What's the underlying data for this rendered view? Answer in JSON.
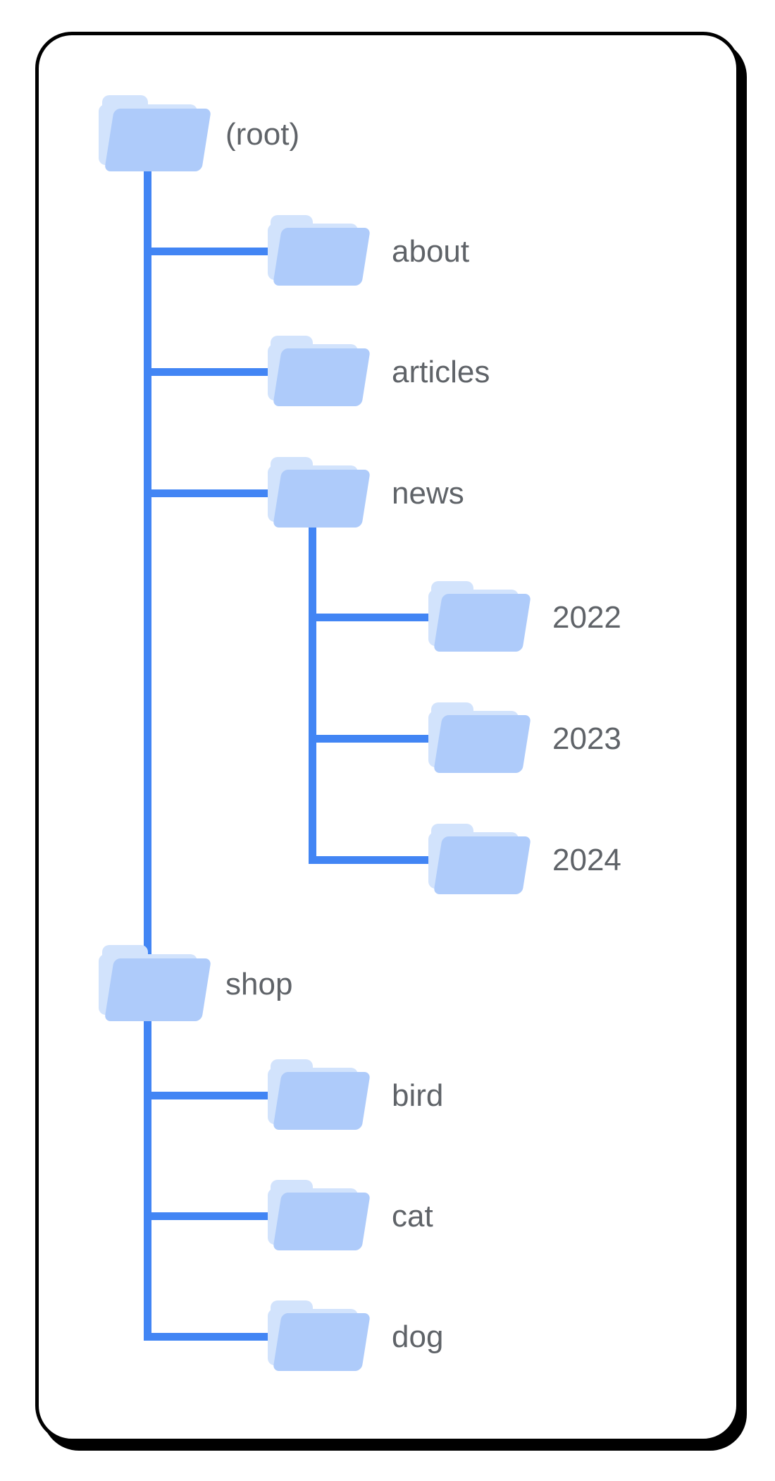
{
  "diagram": {
    "kind": "folder-hierarchy-tree",
    "tree": {
      "nodes": [
        {
          "label": "(root)",
          "depth": 0,
          "parent": null
        },
        {
          "label": "about",
          "depth": 1,
          "parent": "(root)"
        },
        {
          "label": "articles",
          "depth": 1,
          "parent": "(root)"
        },
        {
          "label": "news",
          "depth": 1,
          "parent": "(root)"
        },
        {
          "label": "2022",
          "depth": 2,
          "parent": "news"
        },
        {
          "label": "2023",
          "depth": 2,
          "parent": "news"
        },
        {
          "label": "2024",
          "depth": 2,
          "parent": "news"
        },
        {
          "label": "shop",
          "depth": 0,
          "parent": "(root)"
        },
        {
          "label": "bird",
          "depth": 1,
          "parent": "shop"
        },
        {
          "label": "cat",
          "depth": 1,
          "parent": "shop"
        },
        {
          "label": "dog",
          "depth": 1,
          "parent": "shop"
        }
      ]
    }
  },
  "colors": {
    "line": "#4285f4",
    "folder-front": "#aecbfa",
    "folder-back": "#d2e3fc",
    "label": "#5f6368",
    "card-border": "#000000",
    "card-bg": "#ffffff"
  }
}
